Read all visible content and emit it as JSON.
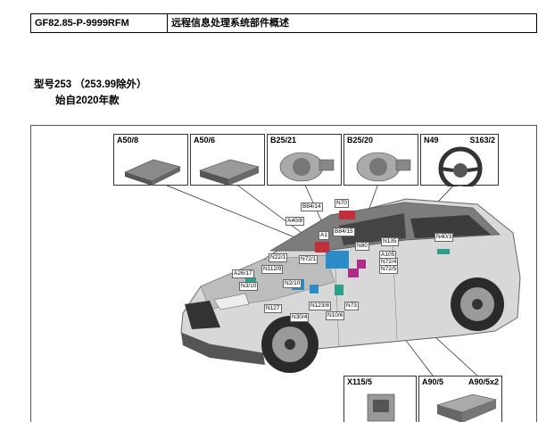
{
  "header": {
    "doc_code": "GF82.85-P-9999RFM",
    "doc_title": "远程信息处理系统部件概述"
  },
  "applicability": {
    "model": "型号253 （253.99除外）",
    "since": "始自2020年款"
  },
  "thumbnails": [
    {
      "label": "A50/8",
      "label2": ""
    },
    {
      "label": "A50/6",
      "label2": ""
    },
    {
      "label": "B25/21",
      "label2": ""
    },
    {
      "label": "B25/20",
      "label2": ""
    },
    {
      "label": "N49",
      "label2": "S163/2"
    },
    {
      "label": "X115/5",
      "label2": ""
    },
    {
      "label": "A90/5",
      "label2": "A90/5x2"
    }
  ],
  "callouts": [
    "B84/14",
    "N70",
    "A40/8",
    "B84/15",
    "A1",
    "N80",
    "N40/3",
    "N135",
    "N22/1",
    "N72/1",
    "A105",
    "N72/4",
    "N72/5",
    "A26/17",
    "N112/9",
    "N3/10",
    "N2/10",
    "N127",
    "N123/8",
    "N73",
    "N30/4",
    "N10/6"
  ],
  "colors": {
    "border": "#000000",
    "car_body": "#d4d4d4",
    "component_red": "#c0303a",
    "component_blue": "#2a8cc8",
    "component_teal": "#2aa08a",
    "component_magenta": "#b02a8a"
  }
}
